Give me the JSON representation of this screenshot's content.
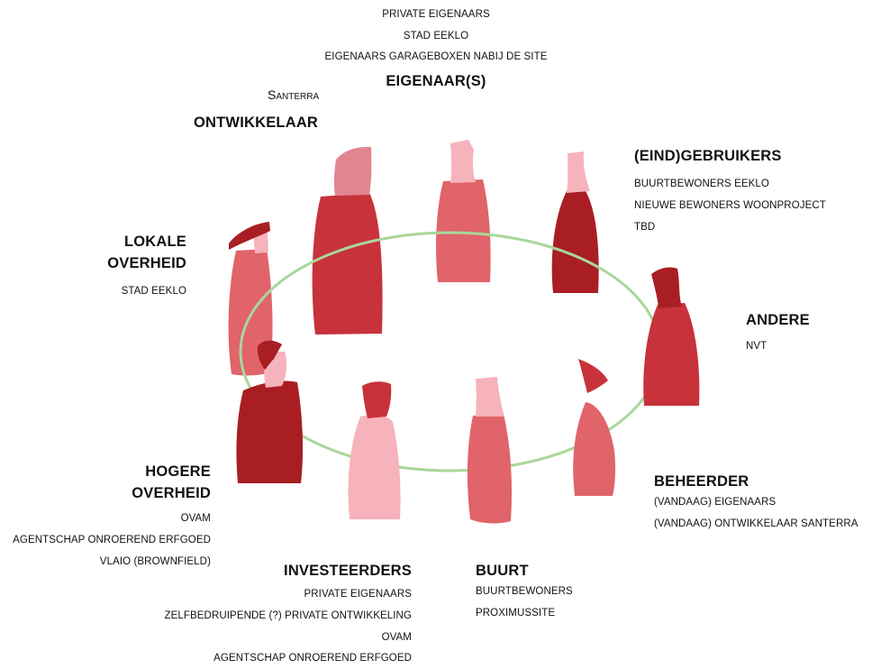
{
  "colors": {
    "ring": "#a9d79a",
    "dark_red": "#a81e23",
    "red": "#c8323a",
    "salmon": "#e06469",
    "pink": "#f6b3bb",
    "rose": "#e18690"
  },
  "groups": {
    "eigenaars": {
      "heading": "EIGENAAR(S)",
      "items": [
        "PRIVATE EIGENAARS",
        "STAD EEKLO",
        "EIGENAARS GARAGEBOXEN NABIJ DE SITE"
      ]
    },
    "ontwikkelaar": {
      "heading": "ONTWIKKELAAR",
      "items": [
        "Santerra"
      ]
    },
    "gebruikers": {
      "heading": "(EIND)GEBRUIKERS",
      "items": [
        "BUURTBEWONERS EEKLO",
        "NIEUWE BEWONERS WOONPROJECT",
        "TBD"
      ]
    },
    "lokale_overheid": {
      "heading_line1": "LOKALE",
      "heading_line2": "OVERHEID",
      "items": [
        "STAD EEKLO"
      ]
    },
    "andere": {
      "heading": "ANDERE",
      "items": [
        "NVT"
      ]
    },
    "hogere_overheid": {
      "heading_line1": "HOGERE",
      "heading_line2": "OVERHEID",
      "items": [
        "OVAM",
        "AGENTSCHAP ONROEREND ERFGOED",
        "VLAIO (BROWNFIELD)"
      ]
    },
    "beheerder": {
      "heading": "BEHEERDER",
      "items": [
        "(VANDAAG) EIGENAARS",
        "(VANDAAG) ONTWIKKELAAR SANTERRA"
      ]
    },
    "investeerders": {
      "heading": "INVESTEERDERS",
      "items": [
        "PRIVATE EIGENAARS",
        "ZELFBEDRUIPENDE (?) PRIVATE ONTWIKKELING",
        "OVAM",
        "AGENTSCHAP ONROEREND ERFGOED"
      ]
    },
    "buurt": {
      "heading": "BUURT",
      "items": [
        "BUURTBEWONERS",
        "PROXIMUSSITE"
      ]
    }
  }
}
